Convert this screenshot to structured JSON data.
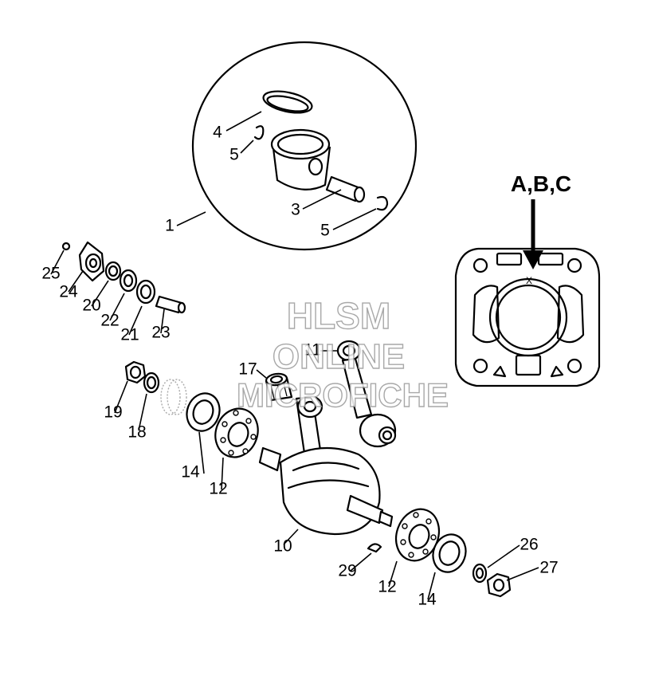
{
  "reference_label": "A,B,C",
  "cylinder_mark": "X",
  "watermark": [
    "HLSM",
    "ONLINE",
    "MICROFICHE"
  ],
  "callouts": [
    "1",
    "3",
    "4",
    "5",
    "5",
    "10",
    "11",
    "12",
    "12",
    "14",
    "14",
    "17",
    "18",
    "19",
    "20",
    "21",
    "22",
    "23",
    "24",
    "25",
    "26",
    "27",
    "29"
  ]
}
